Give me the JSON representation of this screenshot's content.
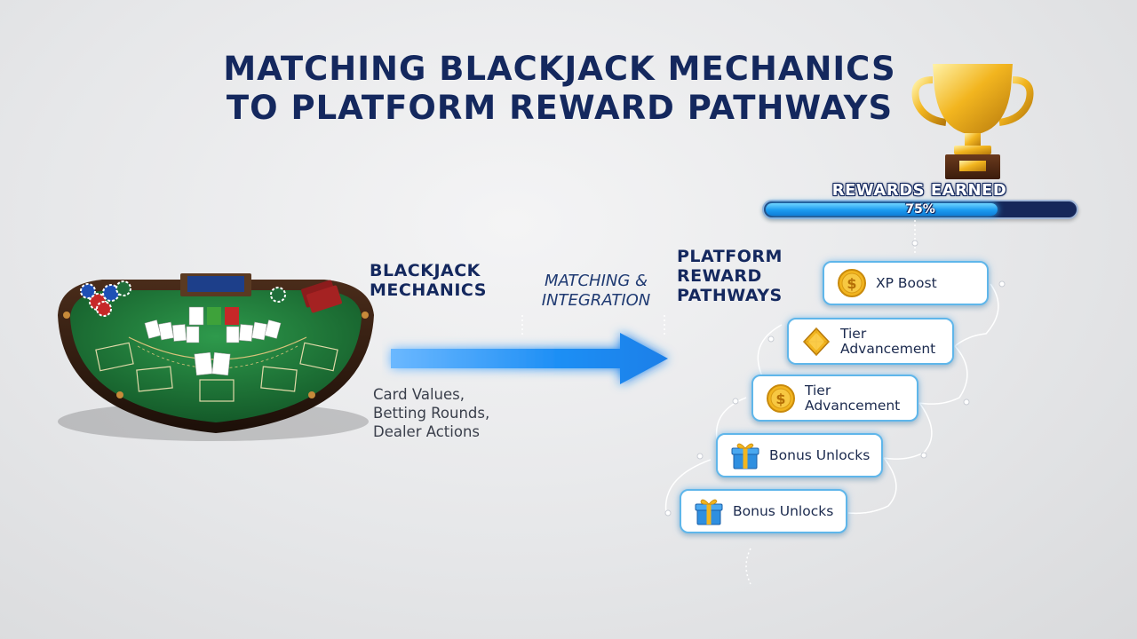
{
  "title": {
    "line1": "MATCHING BLACKJACK MECHANICS",
    "line2": "TO PLATFORM REWARD PATHWAYS"
  },
  "blackjack": {
    "label_line1": "BLACKJACK",
    "label_line2": "MECHANICS",
    "items": [
      "Card Values,",
      "Betting Rounds,",
      "Dealer Actions"
    ]
  },
  "matching": {
    "line1": "MATCHING &",
    "line2": "INTEGRATION"
  },
  "platform": {
    "label_line1": "PLATFORM",
    "label_line2": "REWARD",
    "label_line3": "PATHWAYS"
  },
  "rewards": {
    "title": "REWARDS EARNED",
    "progress_text": "75%",
    "progress_fraction": 0.75
  },
  "pathways": [
    {
      "line1": "XP Boost",
      "line2": "",
      "icon": "coin-icon"
    },
    {
      "line1": "Tier",
      "line2": "Advancement",
      "icon": "diamond-icon"
    },
    {
      "line1": "Tier",
      "line2": "Advancement",
      "icon": "coin-icon"
    },
    {
      "line1": "Bonus Unlocks",
      "line2": "",
      "icon": "gift-icon"
    },
    {
      "line1": "Bonus Unlocks",
      "line2": "",
      "icon": "gift-icon"
    }
  ],
  "colors": {
    "title": "#14285e",
    "arrow": "#1e8ff5",
    "felt": "#1f7a3a",
    "card_border": "#5fb6ea",
    "progress_fill": "#1c9bf0",
    "gold": "#f2b51f"
  }
}
